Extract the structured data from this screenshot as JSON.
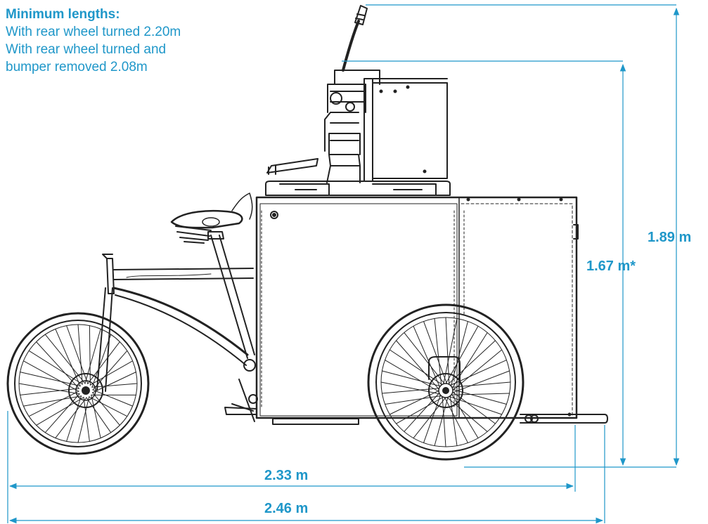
{
  "notes": {
    "heading": "Minimum lengths:",
    "line1": "With rear wheel turned 2.20m",
    "line2": "With rear wheel turned and",
    "line3": "bumper removed 2.08m"
  },
  "dimensions": {
    "height_total": "1.89 m",
    "height_box": "1.67 m*",
    "length_short": "2.33 m",
    "length_total": "2.46 m"
  },
  "colors": {
    "accent": "#1f97c9",
    "line": "#222222"
  }
}
